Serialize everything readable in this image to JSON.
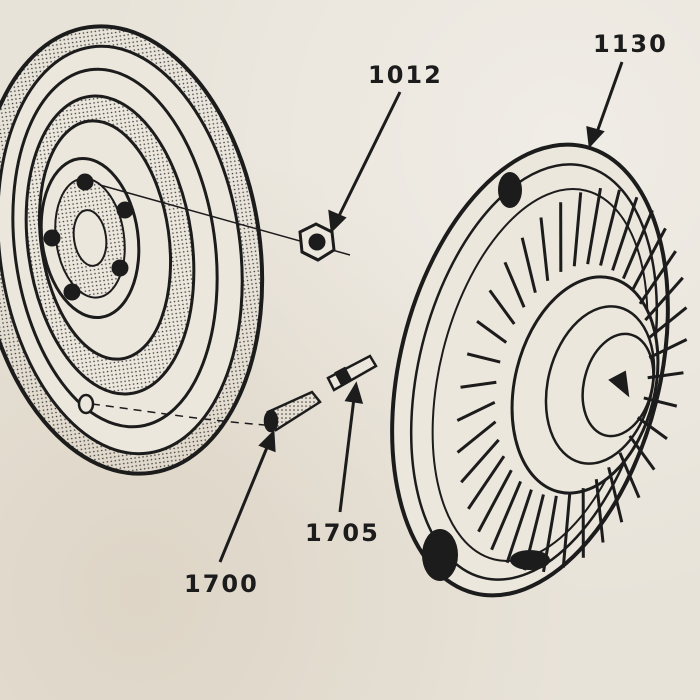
{
  "parts": {
    "hub_cap": {
      "number": "1130"
    },
    "wheel_nut": {
      "number": "1012"
    },
    "valve_stem": {
      "number": "1700"
    },
    "valve_core": {
      "number": "1705"
    }
  },
  "colors": {
    "ink": "#1c1c1c",
    "paper": "#e8e3d9"
  }
}
